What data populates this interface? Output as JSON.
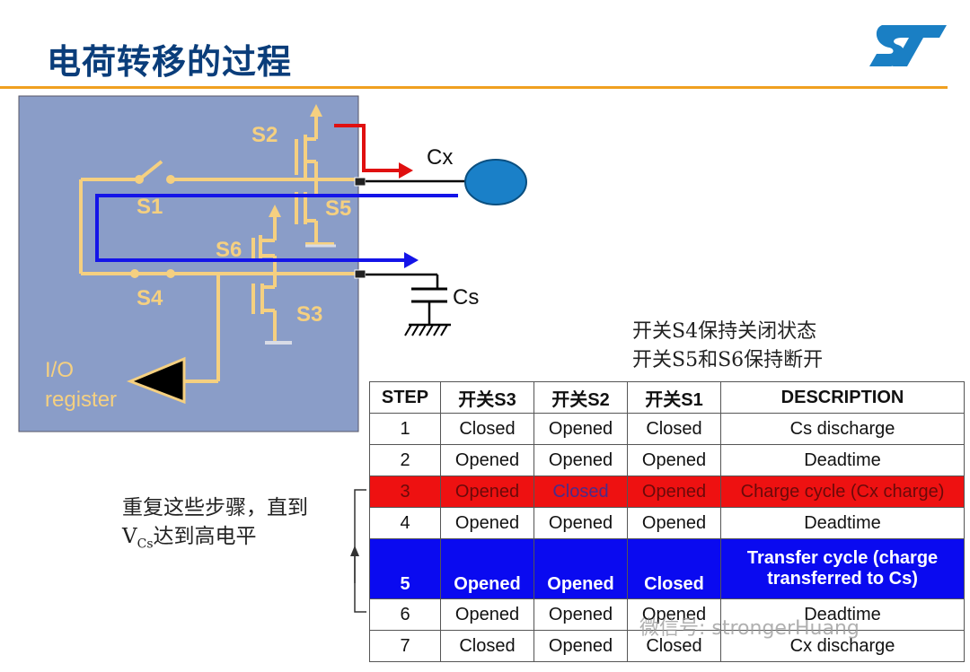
{
  "title": "电荷转移的过程",
  "diagram": {
    "switch_labels": [
      "S1",
      "S2",
      "S3",
      "S4",
      "S5",
      "S6"
    ],
    "cx_label": "Cx",
    "cs_label": "Cs",
    "io_label_line1": "I/O",
    "io_label_line2": "register"
  },
  "note": {
    "line1": "开关S4保持关闭状态",
    "line2": "开关S5和S6保持断开"
  },
  "repeat_note": {
    "line1": "重复这些步骤，直到",
    "v": "V",
    "sub": "Cs",
    "line2_rest": "达到高电平"
  },
  "table": {
    "headers": [
      "STEP",
      "开关S3",
      "开关S2",
      "开关S1",
      "DESCRIPTION"
    ],
    "rows": [
      {
        "step": "1",
        "s3": "Closed",
        "s2": "Opened",
        "s1": "Closed",
        "desc": "Cs discharge"
      },
      {
        "step": "2",
        "s3": "Opened",
        "s2": "Opened",
        "s1": "Opened",
        "desc": "Deadtime"
      },
      {
        "step": "3",
        "s3": "Opened",
        "s2": "Closed",
        "s1": "Opened",
        "desc": "Charge cycle (Cx charge)"
      },
      {
        "step": "4",
        "s3": "Opened",
        "s2": "Opened",
        "s1": "Opened",
        "desc": "Deadtime"
      },
      {
        "step": "5",
        "s3": "Opened",
        "s2": "Opened",
        "s1": "Closed",
        "desc_line1": "Transfer cycle (charge",
        "desc_line2": "transferred to Cs)"
      },
      {
        "step": "6",
        "s3": "Opened",
        "s2": "Opened",
        "s1": "Opened",
        "desc": "Deadtime"
      },
      {
        "step": "7",
        "s3": "Closed",
        "s2": "Opened",
        "s1": "Closed",
        "desc": "Cx discharge"
      }
    ]
  },
  "watermark": "微信号: strongerHuang",
  "colors": {
    "title": "#0a3d7a",
    "rule": "#f0a020",
    "panel": "#8a9dc8",
    "wire": "#f5d080",
    "red_row": "#ee1111",
    "blue_row": "#0a0af0"
  }
}
